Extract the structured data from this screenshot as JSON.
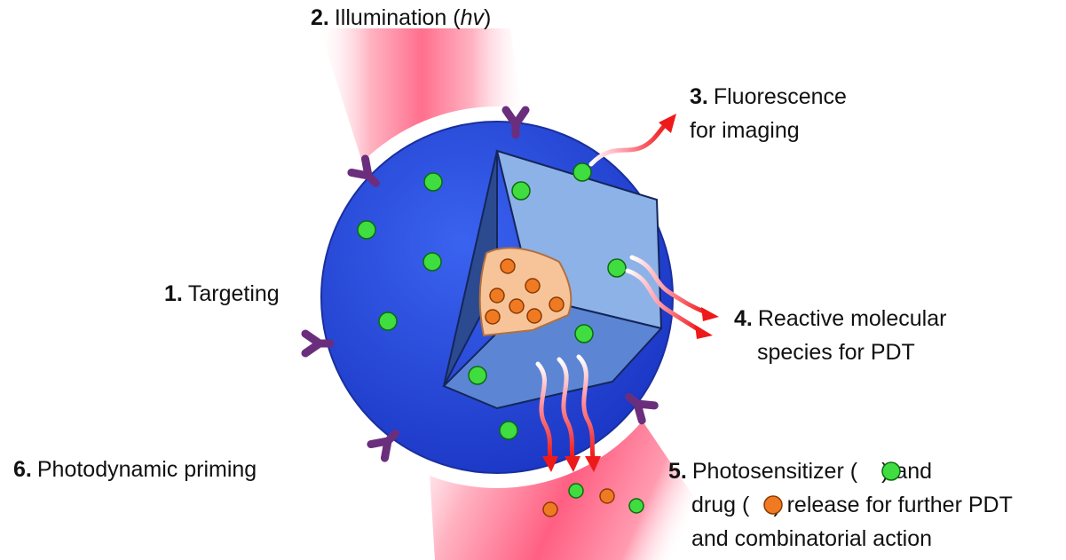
{
  "labels": {
    "step1": {
      "num": "1.",
      "text": "Targeting"
    },
    "step2": {
      "num": "2.",
      "text": "Illumination (",
      "italic": "hv",
      "close": ")"
    },
    "step3": {
      "num": "3.",
      "line1": "Fluorescence",
      "line2": "for imaging"
    },
    "step4": {
      "num": "4.",
      "line1": "Reactive molecular",
      "line2": "species for PDT"
    },
    "step5": {
      "num": "5.",
      "line1_a": "Photosensitizer (",
      "line1_b": ") and",
      "line2_a": "drug (",
      "line2_b": ") release for further PDT",
      "line3": "and combinatorial action"
    },
    "step6": {
      "num": "6.",
      "text": "Photodynamic priming"
    }
  },
  "colors": {
    "shell": "#2545d6",
    "shell_dark": "#1a2f9e",
    "wedge_light": "#8db2e8",
    "wedge_mid": "#5c86d4",
    "wedge_dark": "#2c4a90",
    "core": "#f7c49a",
    "core_stroke": "#b07040",
    "photosensitizer": "#3fdd3f",
    "drug": "#f07a22",
    "ligand": "#6b2e7d",
    "light_beam": "#ff8aa4",
    "arrow": "#ee1a1a"
  },
  "icons": {
    "ligand": "y-shaped-targeting-ligand-icon",
    "photosensitizer": "green-photosensitizer-dot-icon",
    "drug": "orange-drug-dot-icon"
  }
}
